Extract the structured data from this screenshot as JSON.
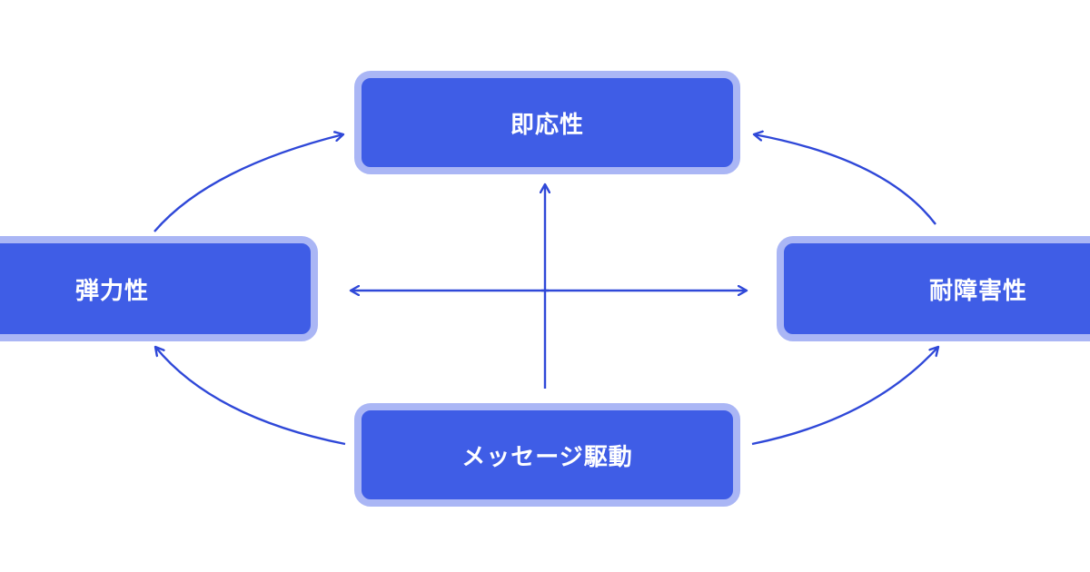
{
  "diagram": {
    "nodes": {
      "top": "即応性",
      "left": "弾力性",
      "right": "耐障害性",
      "bottom": "メッセージ駆動"
    },
    "arrow_color": "#2f48d8",
    "box_fill_color": "#3f5de6",
    "box_border_color": "#aab6f5",
    "text_color": "#ffffff"
  }
}
